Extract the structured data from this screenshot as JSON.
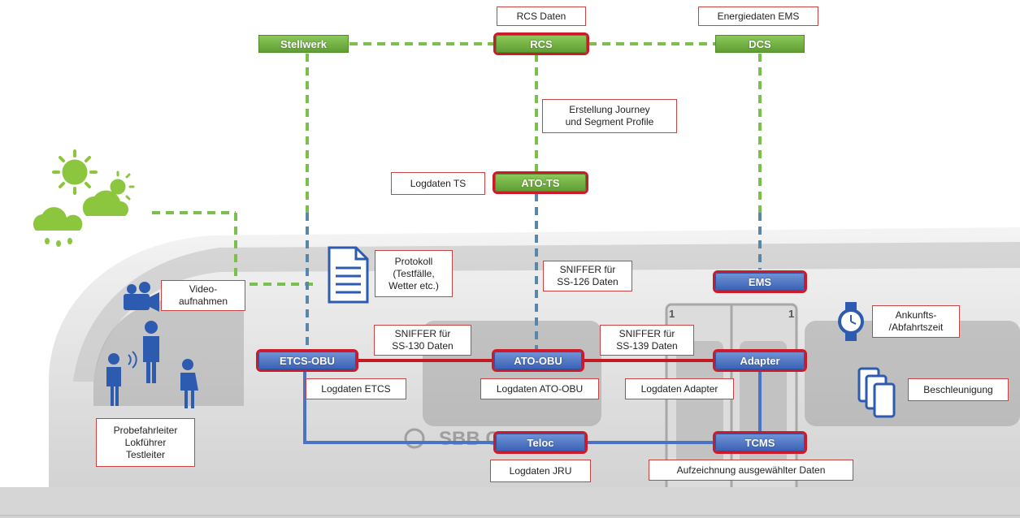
{
  "colors": {
    "green_box": "#6aa83d",
    "blue_box": "#3f68b8",
    "highlight_outline": "#cc1a2a",
    "green_dashed_line": "#7cbf4a",
    "blue_dashed_line": "#5a86a8",
    "blue_solid_line": "#4a73c8",
    "red_solid_line": "#c01a22",
    "icon_blue": "#2d5bb0",
    "weather_green": "#8cc63f"
  },
  "top": {
    "stellwerk": "Stellwerk",
    "rcs": "RCS",
    "dcs": "DCS",
    "rcs_daten": "RCS Daten",
    "energiedaten": "Energiedaten EMS"
  },
  "middle": {
    "journey_label": "Erstellung Journey\nund Segment Profile",
    "logdaten_ts": "Logdaten TS",
    "ato_ts": "ATO-TS"
  },
  "train": {
    "protokoll": "Protokoll\n(Testfälle,\nWetter etc.)",
    "sniffer_126": "SNIFFER für\nSS-126 Daten",
    "ems": "EMS",
    "video": "Video-\naufnahmen",
    "ankunft": "Ankunfts-\n/Abfahrtszeit",
    "sniffer_130": "SNIFFER für\nSS-130 Daten",
    "sniffer_139": "SNIFFER für\nSS-139 Daten",
    "etcs_obu": "ETCS-OBU",
    "ato_obu": "ATO-OBU",
    "adapter": "Adapter",
    "logdaten_etcs": "Logdaten ETCS",
    "logdaten_ato_obu": "Logdaten ATO-OBU",
    "logdaten_adapter": "Logdaten Adapter",
    "beschleunigung": "Beschleunigung",
    "personen": "Probefahrleiter\nLokführer\nTestleiter",
    "teloc": "Teloc",
    "tcms": "TCMS",
    "logdaten_jru": "Logdaten JRU",
    "aufzeichnung": "Aufzeichnung ausgewählter Daten",
    "door_number_left": "1",
    "door_number_right": "1",
    "sbb_text": "SBB C"
  }
}
